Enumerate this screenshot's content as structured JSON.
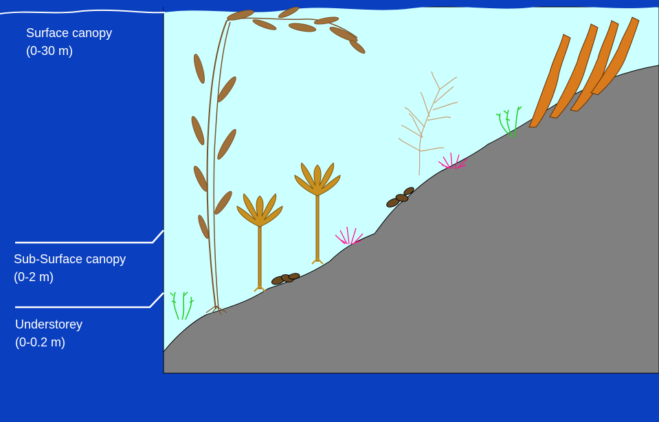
{
  "labels": {
    "surface": {
      "name": "Surface canopy",
      "range": "(0-30 m)"
    },
    "subsurface": {
      "name": "Sub-Surface canopy",
      "range": "(0-2 m)"
    },
    "understorey": {
      "name": "Understorey",
      "range": "(0-0.2 m)"
    }
  },
  "colors": {
    "background": "#0a3fbf",
    "water": "#ccffff",
    "rock": "#808080",
    "giant_kelp": "#a0703a",
    "stipitate_kelp": "#c8901e",
    "bull_kelp": "#d97a1c",
    "branched_alga": "#d4b48a",
    "green_alga": "#22cc22",
    "red_alga": "#ff1493",
    "mussels": "#6b4a22"
  }
}
